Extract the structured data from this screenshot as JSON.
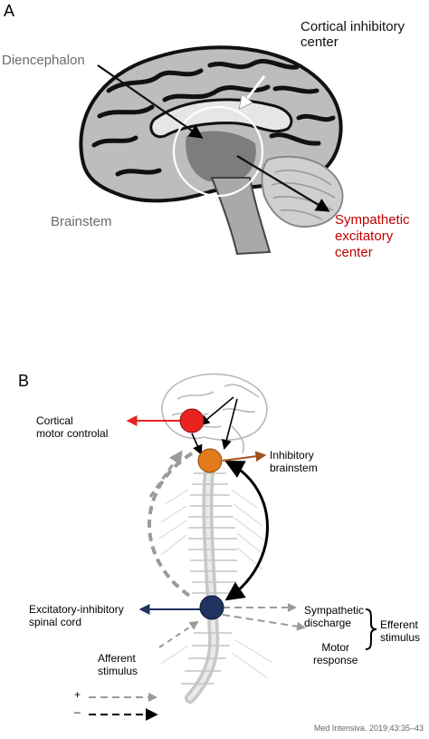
{
  "panelA": {
    "letter": "A",
    "diencephalon": "Diencephalon",
    "cortical": [
      "Cortical inhibitory",
      "center"
    ],
    "brainstem": "Brainstem",
    "sympathetic": [
      "Sympathetic",
      "excitatory",
      "center"
    ]
  },
  "panelB": {
    "letter": "B",
    "cortical_motor": [
      "Cortical",
      "motor controlal"
    ],
    "inhibitory": [
      "Inhibitory",
      "brainstem"
    ],
    "excitatory": [
      "Excitatory-inhibitory",
      "spinal cord"
    ],
    "sympathetic_discharge": [
      "Sympathetic",
      "discharge"
    ],
    "efferent": [
      "Efferent",
      "stimulus"
    ],
    "motor_response": [
      "Motor",
      "response"
    ],
    "afferent": [
      "Afferent",
      "stimulus"
    ],
    "legend_plus": "+",
    "legend_minus": "–"
  },
  "citation": "Med Intensiva. 2019;43:35–43",
  "colors": {
    "red_node": "#e8231f",
    "orange_node": "#e07a1c",
    "blue_node": "#1f3260",
    "sympathetic_text": "#c00000",
    "gray_text": "#6b6b6b"
  }
}
